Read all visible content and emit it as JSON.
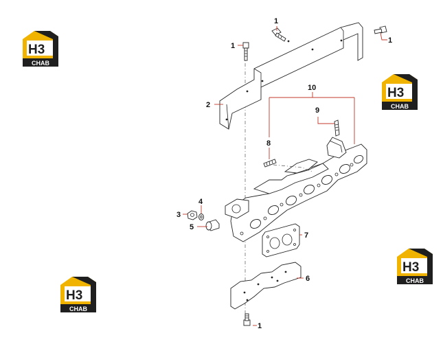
{
  "logo": {
    "big_text": "H3",
    "small_text": "CHAB",
    "colors": {
      "yellow": "#f0b400",
      "dark": "#1f1f1f",
      "white": "#ffffff"
    }
  },
  "callouts": [
    "1",
    "1",
    "1",
    "1",
    "2",
    "3",
    "4",
    "5",
    "6",
    "7",
    "8",
    "9",
    "10"
  ],
  "colors": {
    "leader": "#c0392b",
    "line": "#222222"
  }
}
